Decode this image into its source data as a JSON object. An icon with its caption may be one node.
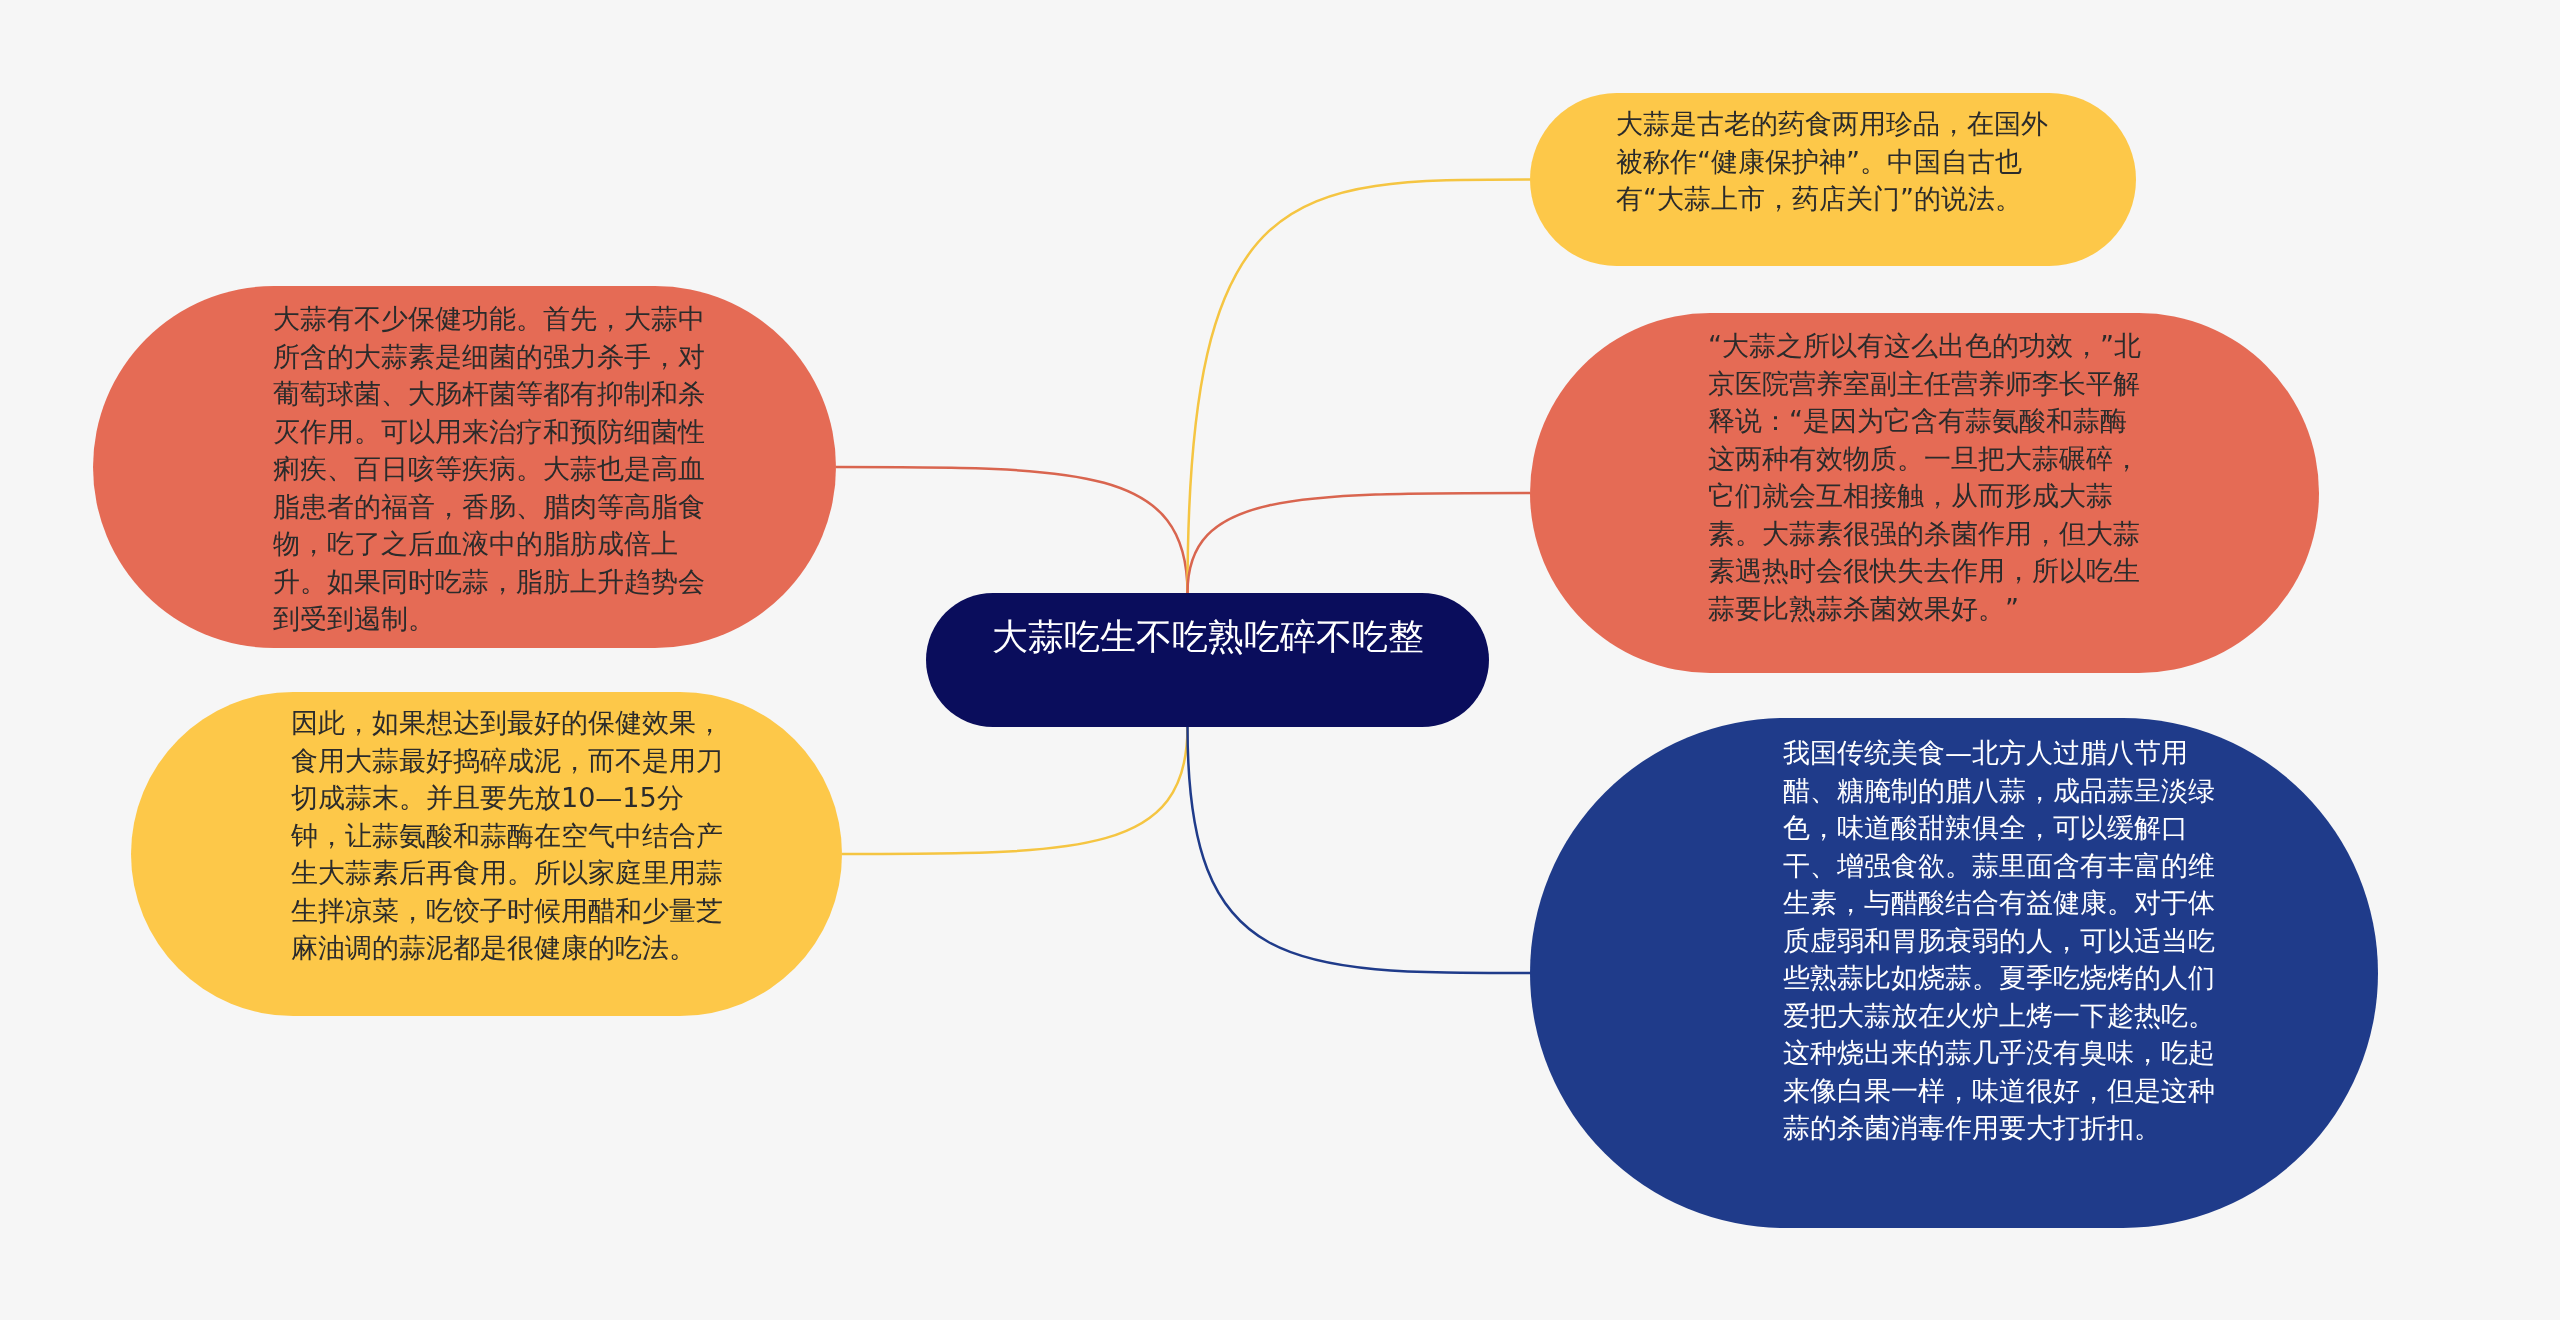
{
  "diagram": {
    "nodes": [
      {
        "text": [
          "大蒜吃生不吃熟吃碎不吃整"
        ]
      },
      {
        "text": [
          "大蒜有不少保健功能。首先，大蒜中所含的大蒜素是细菌的强力杀手，对葡萄球菌、大肠杆菌等都有抑制和杀灭作用。可以用来治疗和预防细菌性痢疾、百日咳等疾病。大蒜也是高血脂患者的福音，香肠、腊肉等高脂食物，吃了之后血液中的脂肪成倍上升。如果同时吃蒜，脂肪上升趋势会到受到遏制。"
        ]
      },
      {
        "text": [
          "因此，如果想达到最好的保健效果，食用大蒜最好捣碎成泥，而不是用刀切成蒜末。并且要先放10—15分钟，让蒜氨酸和蒜酶在空气中结合产生大蒜素后再食用。所以家庭里用蒜生拌凉菜，吃饺子时候用醋和少量芝麻油调的蒜泥都是很健康的吃法。"
        ]
      },
      {
        "text": [
          "大蒜是古老的药食两用珍品，在国外被称作“健康保护神”。中国自古也有“大蒜上市，药店关门”的说法。"
        ]
      },
      {
        "text": [
          "“大蒜之所以有这么出色的功效，”北京医院营养室副主任营养师李长平解释说：“是因为它含有蒜氨酸和蒜酶这两种有效物质。一旦把大蒜碾碎，它们就会互相接触，从而形成大蒜素。大蒜素很强的杀菌作用，但大蒜素遇热时会很快失去作用，所以吃生蒜要比熟蒜杀菌效果好。”"
        ]
      },
      {
        "text": [
          "我国传统美食—北方人过腊八节用醋、糖腌制的腊八蒜，成品蒜呈淡绿色，味道酸甜辣俱全，可以缓解口干、增强食欲。蒜里面含有丰富的维生素，与醋酸结合有益健康。对于体质虚弱和胃肠衰弱的人，可以适当吃些熟蒜比如烧蒜。夏季吃烧烤的人们爱把大蒜放在火炉上烤一下趁热吃。这种烧出来的蒜几乎没有臭味，吃起来像白果一样，味道很好，但是这种蒜的杀菌消毒作用要大打折扣。"
        ]
      }
    ],
    "edges": [
      {
        "from": 0,
        "to": 1,
        "arrow": "none",
        "color": "#d9654f"
      },
      {
        "from": 0,
        "to": 2,
        "arrow": "none",
        "color": "#f5c542"
      },
      {
        "from": 0,
        "to": 3,
        "arrow": "none",
        "color": "#f5c542"
      },
      {
        "from": 0,
        "to": 4,
        "arrow": "none",
        "color": "#d9654f"
      },
      {
        "from": 0,
        "to": 5,
        "arrow": "none",
        "color": "#1f3b8a"
      }
    ]
  }
}
